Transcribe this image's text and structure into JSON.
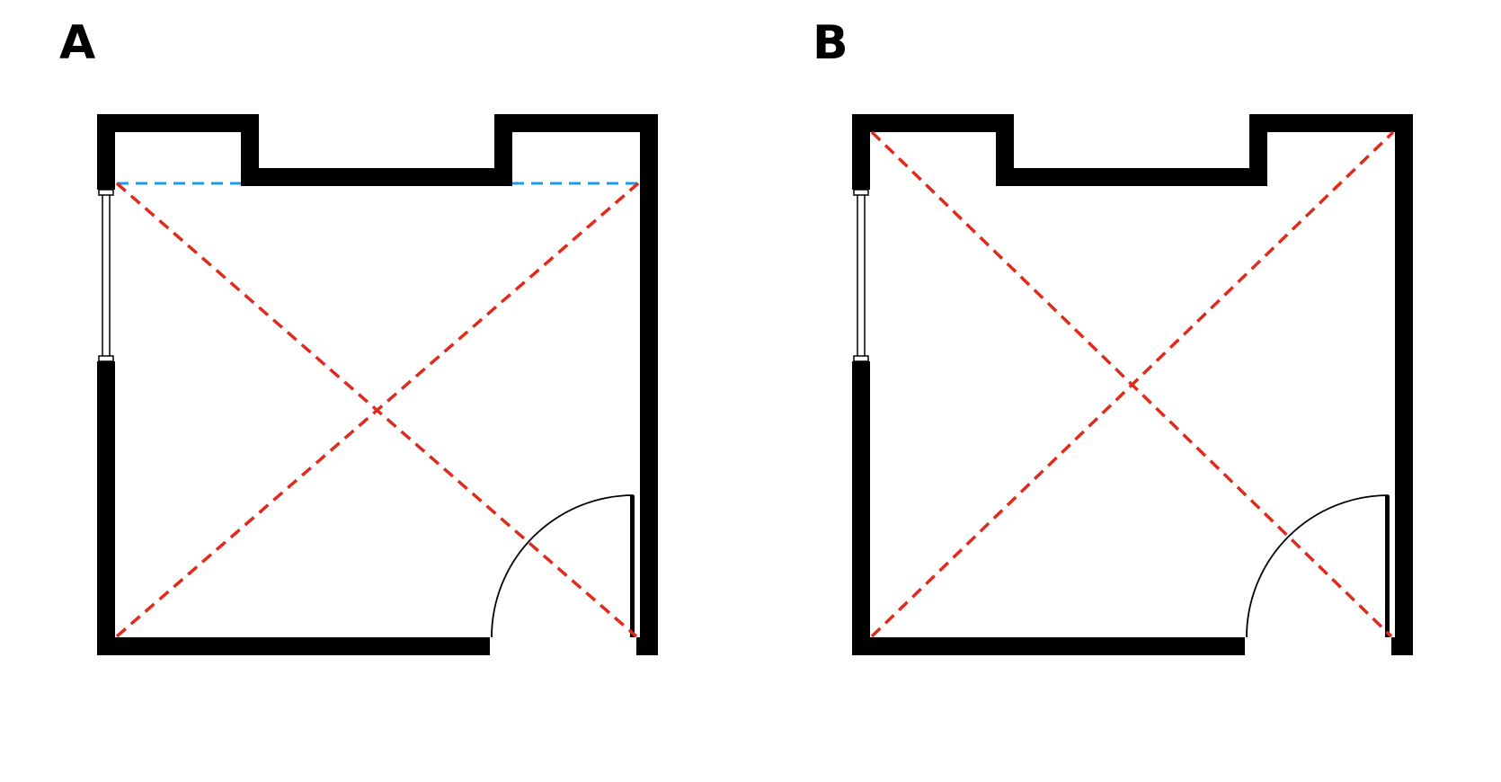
{
  "panels": [
    {
      "id": "a",
      "label": "A",
      "diagonal_variant": "inner"
    },
    {
      "id": "b",
      "label": "B",
      "diagonal_variant": "outer"
    }
  ],
  "colors": {
    "wall": "#000000",
    "diagonal": "#e02a1b",
    "alcove_line": "#1f9ae8",
    "background": "#ffffff"
  },
  "icons": [
    "window-icon",
    "door-icon"
  ]
}
